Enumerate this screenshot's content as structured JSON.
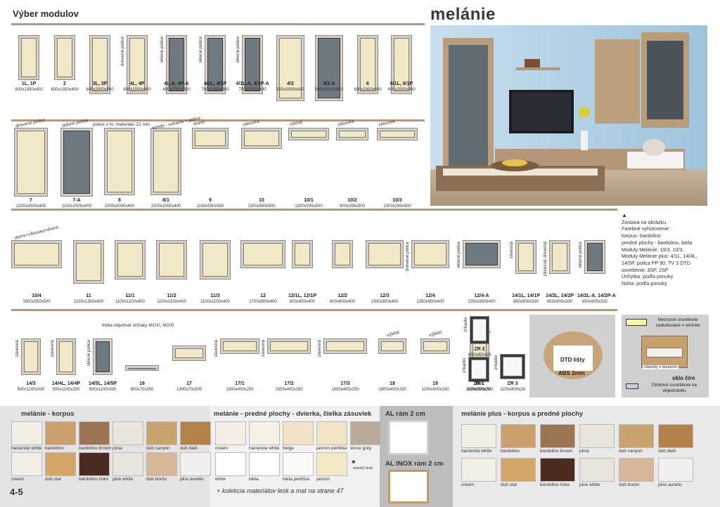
{
  "page": {
    "section_title": "Výber modulov",
    "brand_title": "melánie",
    "page_number": "4-5",
    "shelf_note": "police v hr. materiálu 22 mm",
    "handle_note": "treba objednať držiaky M100, M200"
  },
  "row1": [
    {
      "code": "1L, 1P",
      "dim": "600x1350x400",
      "note": ""
    },
    {
      "code": "2",
      "dim": "600x1350x400",
      "note": ""
    },
    {
      "code": "3L, 3P",
      "dim": "600x2000x400",
      "note": ""
    },
    {
      "code": "4L, 4P",
      "dim": "600x2000x400",
      "note": "drevené police"
    },
    {
      "code": "4L-A, 4P-A",
      "dim": "600x2000x400",
      "note": "sklené police"
    },
    {
      "code": "4/1L, 4/1P",
      "dim": "700x2000x400",
      "note": "sklené police"
    },
    {
      "code": "4/1L-A, 4/1P-A",
      "dim": "700x2000x400",
      "note": "sklené police"
    },
    {
      "code": "4/2",
      "dim": "900x2000x400",
      "note": ""
    },
    {
      "code": "4/2-A",
      "dim": "900x2000x400",
      "note": ""
    },
    {
      "code": "6",
      "dim": "600x2000x400",
      "note": ""
    },
    {
      "code": "6/1L, 6/1P",
      "dim": "600x2000x400",
      "note": ""
    }
  ],
  "row2": [
    {
      "code": "7",
      "dim": "1100x2000x400",
      "note": "drevené police"
    },
    {
      "code": "7-A",
      "dim": "1100x2000x400",
      "note": "sklené police"
    },
    {
      "code": "8",
      "dim": "1000x2000x400",
      "note": ""
    },
    {
      "code": "8/1",
      "dim": "1000x2000x400",
      "note": "kombi - vešanie + police"
    },
    {
      "code": "9",
      "dim": "1100x550x500",
      "note": "dvere"
    },
    {
      "code": "10",
      "dim": "1300x550x500",
      "note": "zásuvka"
    },
    {
      "code": "10/1",
      "dim": "1300x295x500",
      "note": "výklop"
    },
    {
      "code": "10/2",
      "dim": "900x295x500",
      "note": "zásuvka"
    },
    {
      "code": "10/3",
      "dim": "1300x295x500",
      "note": "zásuvka"
    }
  ],
  "row3": [
    {
      "code": "10/4",
      "dim": "1800x550x500",
      "note": "dvere+zásuvka+dvere"
    },
    {
      "code": "11",
      "dim": "1100x1350x400",
      "note": ""
    },
    {
      "code": "11/1",
      "dim": "1100x1100x400",
      "note": ""
    },
    {
      "code": "11/2",
      "dim": "1100x1100x400",
      "note": ""
    },
    {
      "code": "11/3",
      "dim": "1100x1100x400",
      "note": ""
    },
    {
      "code": "12",
      "dim": "1700x800x400",
      "note": ""
    },
    {
      "code": "12/1L, 12/1P",
      "dim": "600x800x400",
      "note": ""
    },
    {
      "code": "12/2",
      "dim": "600x800x400",
      "note": ""
    },
    {
      "code": "12/3",
      "dim": "1350x800x400",
      "note": ""
    },
    {
      "code": "12/4",
      "dim": "1350x800x400",
      "note": "drevené police"
    },
    {
      "code": "12/4-A",
      "dim": "1350x800x400",
      "note": "sklené police"
    },
    {
      "code": "14/1L, 14/1P",
      "dim": "650x900x330",
      "note": "závesná"
    },
    {
      "code": "14/2L, 14/2P",
      "dim": "650x900x330",
      "note": "závesná drevená"
    },
    {
      "code": "14/2L-A, 14/2P-A",
      "dim": "650x900x330",
      "note": "sklené police"
    }
  ],
  "row4": [
    {
      "code": "14/3",
      "dim": "500x1100x330",
      "note": "závesná"
    },
    {
      "code": "14/4L, 14/4P",
      "dim": "500x1100x330",
      "note": "závesná"
    },
    {
      "code": "14/5L, 14/5P",
      "dim": "500x1100x330",
      "note": "sklené police"
    },
    {
      "code": "16",
      "dim": "800x70x250",
      "note": ""
    },
    {
      "code": "17",
      "dim": "1300x70x300",
      "note": ""
    },
    {
      "code": "17/1",
      "dim": "1300x400x250",
      "note": "závesná"
    },
    {
      "code": "17/2",
      "dim": "1500x400x250",
      "note": "závesná"
    },
    {
      "code": "17/3",
      "dim": "1800x400x250",
      "note": "závesná"
    },
    {
      "code": "18",
      "dim": "1800x400x330",
      "note": "výklop"
    },
    {
      "code": "19",
      "dim": "1100x400x330",
      "note": "výklop"
    },
    {
      "code": "19/1",
      "dim": "1100x500x330",
      "note": "výklop"
    },
    {
      "code": "ZR 1",
      "dim": "850x550x26",
      "note": "zrkadlo"
    },
    {
      "code": "ZR 2",
      "dim": "450x850x26",
      "note": "zrkadlo"
    },
    {
      "code": "ZR 3",
      "dim": "1100x800x26",
      "note": "zrkadlo"
    }
  ],
  "info": {
    "marker": "▲",
    "lines": [
      "Zostava na obrázku",
      "Farebné vyhotovenie:",
      "korpus- bardolino",
      "predné plochy - bardolino, biela",
      "Moduly Melánie: 10/3, 10/3,",
      "Moduly Melánie plus: 4/1L, 14/4L,",
      "14/5P, polica PP 90, TV 3 DTD",
      "osvetlenie: 3SP, 2SP",
      "Úchytka: podľa ponuky",
      "Noha: podľa ponuky"
    ]
  },
  "edge": {
    "line1": "DTD lišty",
    "line2": "ABS 2mm"
  },
  "lights": {
    "neon": "Neónové osvetlenie zadudované v skrinke",
    "drawer": "zásuvky s dorazom",
    "glass": "sklo číre",
    "diode": "Diódové osvetlenie na objednávku"
  },
  "korpus": {
    "title": "melánie - korpus",
    "swatches": [
      {
        "name": "hacienda white",
        "color": "#f4efe4"
      },
      {
        "name": "bardolino",
        "color": "#c9a06b"
      },
      {
        "name": "bardolino brown",
        "color": "#9c7653"
      },
      {
        "name": "pinia",
        "color": "#e9e4dc"
      },
      {
        "name": "dub canyon",
        "color": "#c8a36e"
      },
      {
        "name": "dub dark",
        "color": "#b3814a"
      },
      {
        "name": "cream",
        "color": "#f3efe6"
      },
      {
        "name": "dub star",
        "color": "#d2a768"
      },
      {
        "name": "bardolino čoko",
        "color": "#4b2b20"
      },
      {
        "name": "pine white",
        "color": "#e8e5df"
      },
      {
        "name": "dub bordo",
        "color": "#d6b797"
      },
      {
        "name": "pino aurelio",
        "color": "#f2f0ee"
      }
    ]
  },
  "fronts": {
    "title": "melánie - predné plochy -  dvierka, čielka zásuviek",
    "swatches": [
      {
        "name": "cream",
        "color": "#f4eee6"
      },
      {
        "name": "hacienda white",
        "color": "#f5f1e6"
      },
      {
        "name": "beige",
        "color": "#f0e3c6"
      },
      {
        "name": "jasmín perlička",
        "color": "#f1e5c5"
      },
      {
        "name": "stone grey",
        "color": "#b9aa9a"
      },
      {
        "name": "white",
        "color": "#ffffff"
      },
      {
        "name": "biela",
        "color": "#ffffff"
      },
      {
        "name": "biela perlička",
        "color": "#fbfaf6"
      },
      {
        "name": "jasmín",
        "color": "#f3e9c7"
      }
    ],
    "gloss_note": "vysoký lesk",
    "footer": "+ kolekcia materiálov lesk a mat na strane 47"
  },
  "al": {
    "title1": "AL rám 2 cm",
    "title2": "AL INOX rám 2 cm"
  },
  "plus": {
    "title": "melánie plus - korpus a predné plochy",
    "swatches": [
      {
        "name": "hacienda white",
        "color": "#f4efe4"
      },
      {
        "name": "bardolino",
        "color": "#c9a06b"
      },
      {
        "name": "bardolino brown",
        "color": "#9c7653"
      },
      {
        "name": "pinia",
        "color": "#e9e4dc"
      },
      {
        "name": "dub canyon",
        "color": "#c8a36e"
      },
      {
        "name": "dub dark",
        "color": "#b3814a"
      },
      {
        "name": "cream",
        "color": "#f3efe6"
      },
      {
        "name": "dub star",
        "color": "#d2a768"
      },
      {
        "name": "bardolino čoko",
        "color": "#4b2b20"
      },
      {
        "name": "pine white",
        "color": "#e8e5df"
      },
      {
        "name": "dub bordo",
        "color": "#d6b797"
      },
      {
        "name": "pino aurelio",
        "color": "#f2f0ee"
      }
    ]
  }
}
